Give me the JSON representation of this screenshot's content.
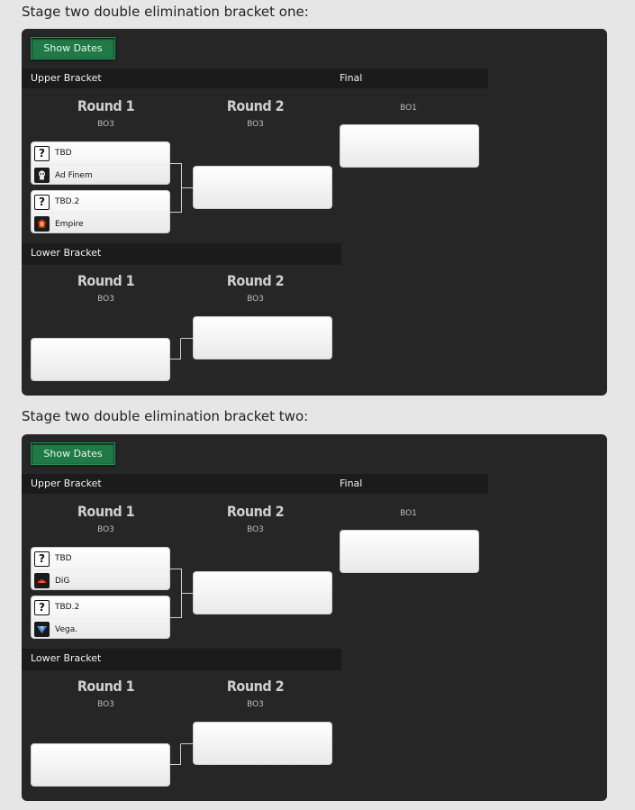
{
  "brackets": [
    {
      "heading": "Stage two double elimination bracket one:",
      "show_dates_label": "Show Dates",
      "upper_label": "Upper Bracket",
      "final_label": "Final",
      "final_bo": "BO1",
      "upper_r1_title": "Round 1",
      "upper_r1_bo": "BO3",
      "upper_r2_title": "Round 2",
      "upper_r2_bo": "BO3",
      "upper_matches": [
        {
          "team1": {
            "name": "TBD",
            "icon": "question-icon"
          },
          "team2": {
            "name": "Ad Finem",
            "icon": "ad-finem-logo"
          }
        },
        {
          "team1": {
            "name": "TBD.2",
            "icon": "question-icon"
          },
          "team2": {
            "name": "Empire",
            "icon": "empire-logo"
          }
        }
      ],
      "lower_label": "Lower Bracket",
      "lower_r1_title": "Round 1",
      "lower_r1_bo": "BO3",
      "lower_r2_title": "Round 2",
      "lower_r2_bo": "BO3"
    },
    {
      "heading": "Stage two double elimination bracket two:",
      "show_dates_label": "Show Dates",
      "upper_label": "Upper Bracket",
      "final_label": "Final",
      "final_bo": "BO1",
      "upper_r1_title": "Round 1",
      "upper_r1_bo": "BO3",
      "upper_r2_title": "Round 2",
      "upper_r2_bo": "BO3",
      "upper_matches": [
        {
          "team1": {
            "name": "TBD",
            "icon": "question-icon"
          },
          "team2": {
            "name": "DiG",
            "icon": "dig-logo"
          }
        },
        {
          "team1": {
            "name": "TBD.2",
            "icon": "question-icon"
          },
          "team2": {
            "name": "Vega.",
            "icon": "vega-logo"
          }
        }
      ],
      "lower_label": "Lower Bracket",
      "lower_r1_title": "Round 1",
      "lower_r1_bo": "BO3",
      "lower_r2_title": "Round 2",
      "lower_r2_bo": "BO3"
    }
  ]
}
